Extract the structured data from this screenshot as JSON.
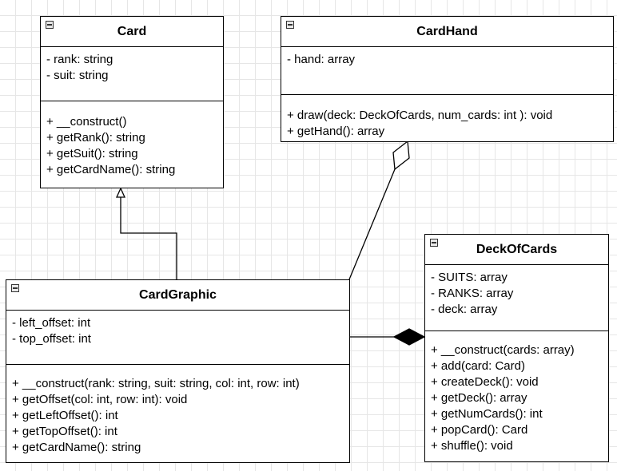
{
  "classes": {
    "card": {
      "name": "Card",
      "attributes": [
        "- rank: string",
        "- suit: string"
      ],
      "methods": [
        "+ __construct()",
        "+ getRank(): string",
        "+ getSuit(): string",
        "+ getCardName(): string"
      ]
    },
    "cardhand": {
      "name": "CardHand",
      "attributes": [
        "- hand: array"
      ],
      "methods": [
        "+ draw(deck: DeckOfCards, num_cards: int ): void",
        "+ getHand(): array"
      ]
    },
    "cardgraphic": {
      "name": "CardGraphic",
      "attributes": [
        "- left_offset: int",
        "- top_offset: int"
      ],
      "methods": [
        "+ __construct(rank: string, suit: string, col: int, row: int)",
        "+ getOffset(col: int, row: int): void",
        "+ getLeftOffset(): int",
        "+ getTopOffset(): int",
        "+ getCardName(): string"
      ]
    },
    "deckofcards": {
      "name": "DeckOfCards",
      "attributes": [
        "- SUITS: array",
        "- RANKS: array",
        "- deck: array"
      ],
      "methods": [
        "+ __construct(cards: array)",
        "+ add(card: Card)",
        "+ createDeck(): void",
        "+ getDeck(): array",
        "+ getNumCards(): int",
        "+ popCard(): Card",
        "+ shuffle(): void"
      ]
    }
  },
  "relations": [
    {
      "type": "inheritance",
      "from": "CardGraphic",
      "to": "Card"
    },
    {
      "type": "aggregation",
      "from": "CardGraphic",
      "to": "CardHand"
    },
    {
      "type": "composition",
      "from": "CardGraphic",
      "to": "DeckOfCards"
    }
  ]
}
